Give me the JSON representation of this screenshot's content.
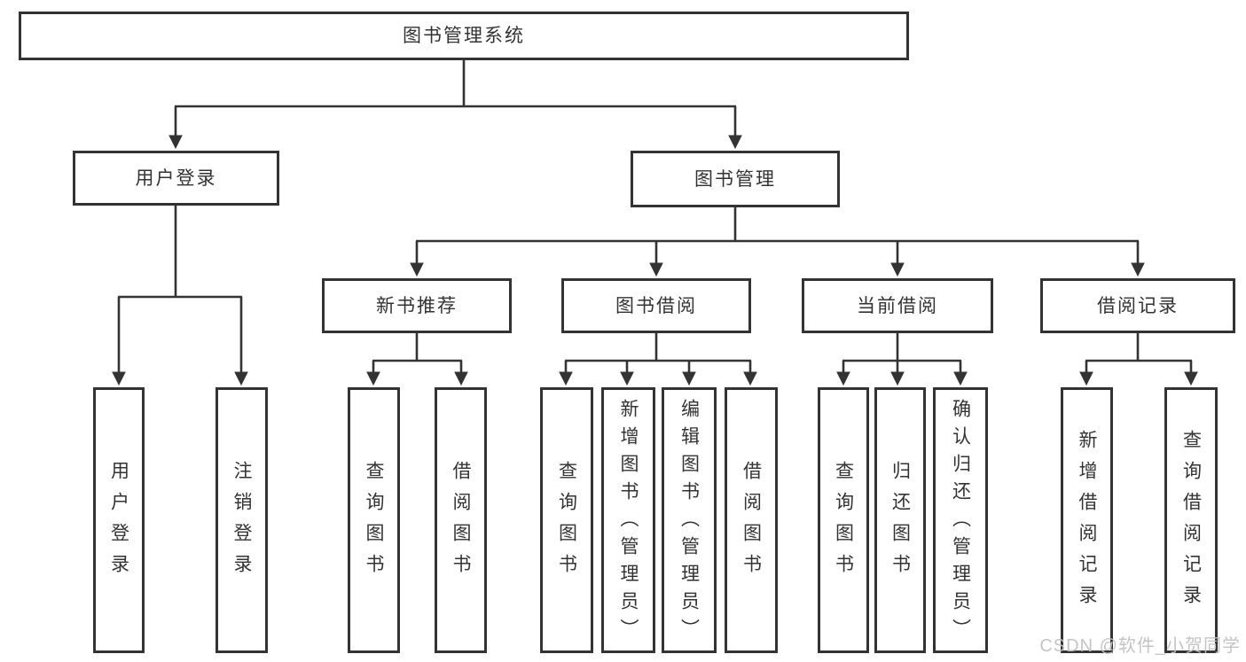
{
  "diagram": {
    "root": {
      "label": "图书管理系统"
    },
    "level2": [
      {
        "label": "用户登录",
        "parent": "图书管理系统"
      },
      {
        "label": "图书管理",
        "parent": "图书管理系统"
      }
    ],
    "level3": [
      {
        "label": "新书推荐",
        "parent": "图书管理"
      },
      {
        "label": "图书借阅",
        "parent": "图书管理"
      },
      {
        "label": "当前借阅",
        "parent": "图书管理"
      },
      {
        "label": "借阅记录",
        "parent": "图书管理"
      }
    ],
    "leaves": [
      {
        "label": "用户登录",
        "parent": "用户登录"
      },
      {
        "label": "注销登录",
        "parent": "用户登录"
      },
      {
        "label": "查询图书",
        "parent": "新书推荐"
      },
      {
        "label": "借阅图书",
        "parent": "新书推荐"
      },
      {
        "label": "查询图书",
        "parent": "图书借阅"
      },
      {
        "label": "新增图书（管理员）",
        "parent": "图书借阅"
      },
      {
        "label": "编辑图书（管理员）",
        "parent": "图书借阅"
      },
      {
        "label": "借阅图书",
        "parent": "图书借阅"
      },
      {
        "label": "查询图书",
        "parent": "当前借阅"
      },
      {
        "label": "归还图书",
        "parent": "当前借阅"
      },
      {
        "label": "确认归还（管理员）",
        "parent": "当前借阅"
      },
      {
        "label": "新增借阅记录",
        "parent": "借阅记录"
      },
      {
        "label": "查询借阅记录",
        "parent": "借阅记录"
      }
    ]
  },
  "watermark": {
    "text": "CSDN @软件_小贺同学"
  },
  "colors": {
    "line": "#333333",
    "box_border": "#333333",
    "box_fill": "#ffffff",
    "text": "#333333",
    "watermark": "#c1c1c1",
    "background": "#ffffff"
  }
}
